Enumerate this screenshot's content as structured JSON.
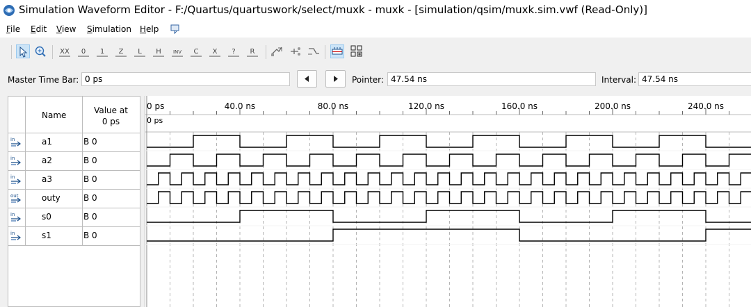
{
  "window": {
    "title": "Simulation Waveform Editor - F:/Quartus/quartuswork/select/muxk - muxk - [simulation/qsim/muxk.sim.vwf (Read-Only)]"
  },
  "menu": {
    "file": {
      "u": "F",
      "rest": "ile"
    },
    "edit": {
      "u": "E",
      "rest": "dit"
    },
    "view": {
      "u": "V",
      "rest": "iew"
    },
    "simulation": {
      "u": "S",
      "rest": "imulation"
    },
    "help": {
      "u": "H",
      "rest": "elp"
    }
  },
  "toolbar": {
    "tools": [
      "selection-tool-icon",
      "zoom-tool-icon",
      "forcing-unknown-icon",
      "forcing-low-icon",
      "forcing-high-icon",
      "high-impedance-icon",
      "weak-low-icon",
      "weak-high-icon",
      "invert-icon",
      "count-value-icon",
      "clock-icon",
      "random-value-icon",
      "dont-care-icon",
      "overwrite-icon",
      "snap-icon",
      "group-icon",
      "ungroup-icon",
      "grid-icon",
      "overlay-icon"
    ],
    "glyphs": [
      "XX",
      "0",
      "1",
      "Z",
      "L",
      "H",
      "INV",
      "C",
      "X",
      "?",
      "R"
    ]
  },
  "timebar": {
    "master_label": "Master Time Bar:",
    "master_value": "0 ps",
    "pointer_label": "Pointer:",
    "pointer_value": "47.54 ns",
    "interval_label": "Interval:",
    "interval_value": "47.54 ns"
  },
  "table": {
    "header_name": "Name",
    "header_value_line1": "Value at",
    "header_value_line2": "0 ps"
  },
  "signals": [
    {
      "direction": "in",
      "name": "a1",
      "value": "B 0"
    },
    {
      "direction": "in",
      "name": "a2",
      "value": "B 0"
    },
    {
      "direction": "in",
      "name": "a3",
      "value": "B 0"
    },
    {
      "direction": "out",
      "name": "outy",
      "value": "B 0"
    },
    {
      "direction": "in",
      "name": "s0",
      "value": "B 0"
    },
    {
      "direction": "in",
      "name": "s1",
      "value": "B 0"
    }
  ],
  "timeline": {
    "ticks": [
      "0 ps",
      "40.0 ns",
      "80.0 ns",
      "120.0 ns",
      "160.0 ns",
      "200.0 ns",
      "240.0 ns"
    ],
    "cursor_label": "0 ps"
  }
}
